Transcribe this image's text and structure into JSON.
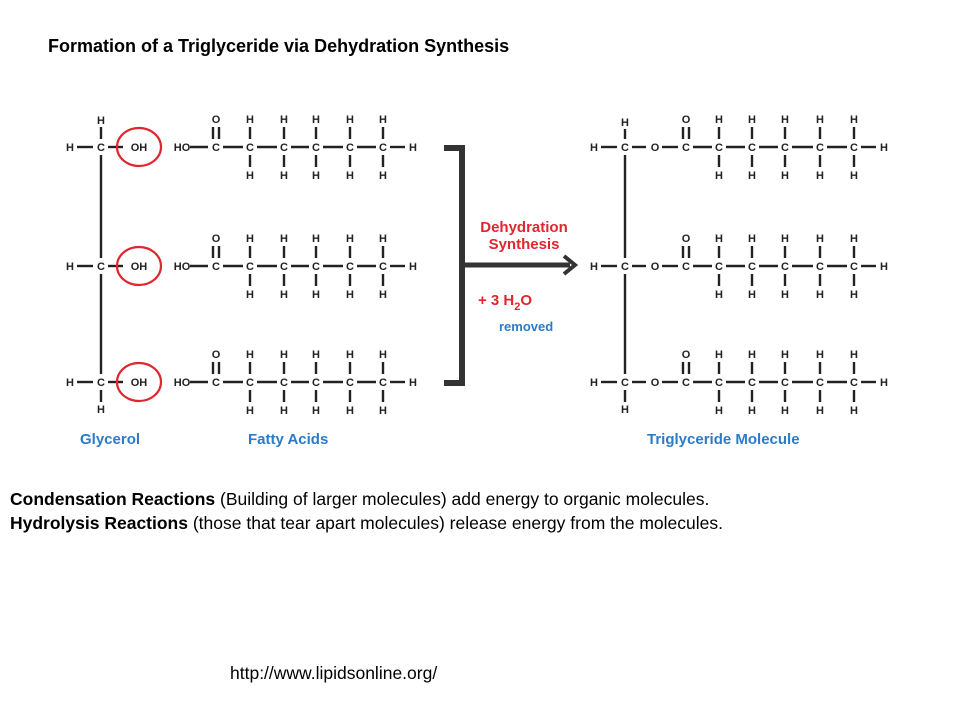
{
  "title": "Formation of a Triglyceride via Dehydration Synthesis",
  "diagram": {
    "reaction_label_line1": "Dehydration",
    "reaction_label_line2": "Synthesis",
    "water_prefix": "+ 3 H",
    "water_subscript": "2",
    "water_suffix": "O",
    "water_note": "removed",
    "label_glycerol": "Glycerol",
    "label_fatty_acids": "Fatty Acids",
    "label_triglyceride": "Triglyceride Molecule",
    "atoms": {
      "h": "H",
      "c": "C",
      "o": "O",
      "oh": "OH",
      "ho": "HO"
    },
    "colors": {
      "accent": "#e0262f",
      "label_blue": "#2b7bc8",
      "bond": "#222222"
    }
  },
  "text": {
    "line1_bold": "Condensation Reactions",
    "line1_rest": " (Building of larger molecules) add energy to organic molecules.",
    "line2_bold": "Hydrolysis Reactions",
    "line2_rest": " (those that tear apart molecules) release energy from the molecules."
  },
  "source_url": "http://www.lipidsonline.org/"
}
